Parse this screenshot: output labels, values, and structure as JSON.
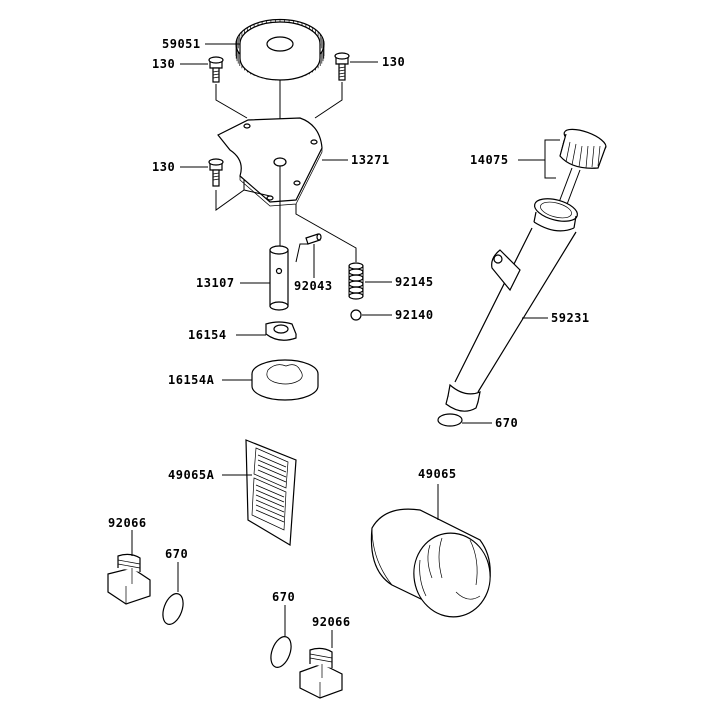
{
  "labels": {
    "gear": "59051",
    "bolt_left_top": "130",
    "bolt_right_top": "130",
    "bolt_left_mid": "130",
    "plate": "13271",
    "shaft": "13107",
    "pin": "92043",
    "spring": "92145",
    "ball": "92140",
    "inner_rotor": "16154",
    "outer_rotor": "16154A",
    "dipstick_cap": "14075",
    "dipstick_tube": "59231",
    "oring_tube": "670",
    "screen": "49065A",
    "filter": "49065",
    "plug_left": "92066",
    "oring_left": "670",
    "oring_bottom": "670",
    "plug_bottom": "92066"
  }
}
